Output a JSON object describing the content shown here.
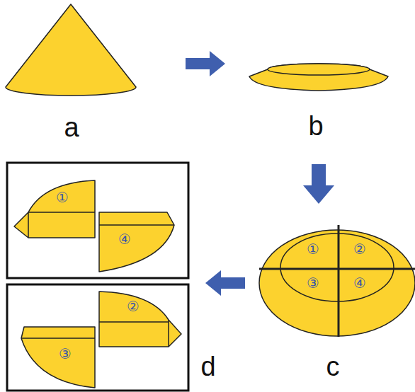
{
  "diagram": {
    "labels": [
      "a",
      "b",
      "①",
      "②",
      "③",
      "④",
      "c",
      "①",
      "④",
      "②",
      "③",
      "d"
    ]
  }
}
